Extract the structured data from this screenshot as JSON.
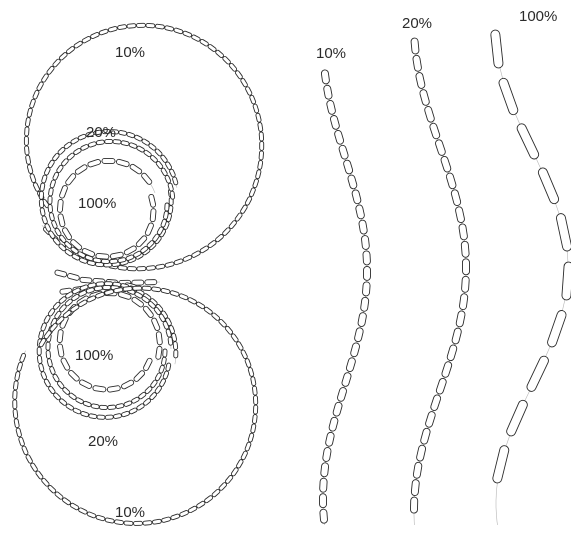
{
  "labels": {
    "outer_top": "10%",
    "mid_top": "20%",
    "inner_top": "100%",
    "inner_bottom": "100%",
    "mid_bottom": "20%",
    "outer_bottom": "10%",
    "strand_a": "10%",
    "strand_b": "20%",
    "strand_c": "100%"
  },
  "colors": {
    "ink": "#2b2b2b",
    "segment_fill": "#ffffff"
  }
}
